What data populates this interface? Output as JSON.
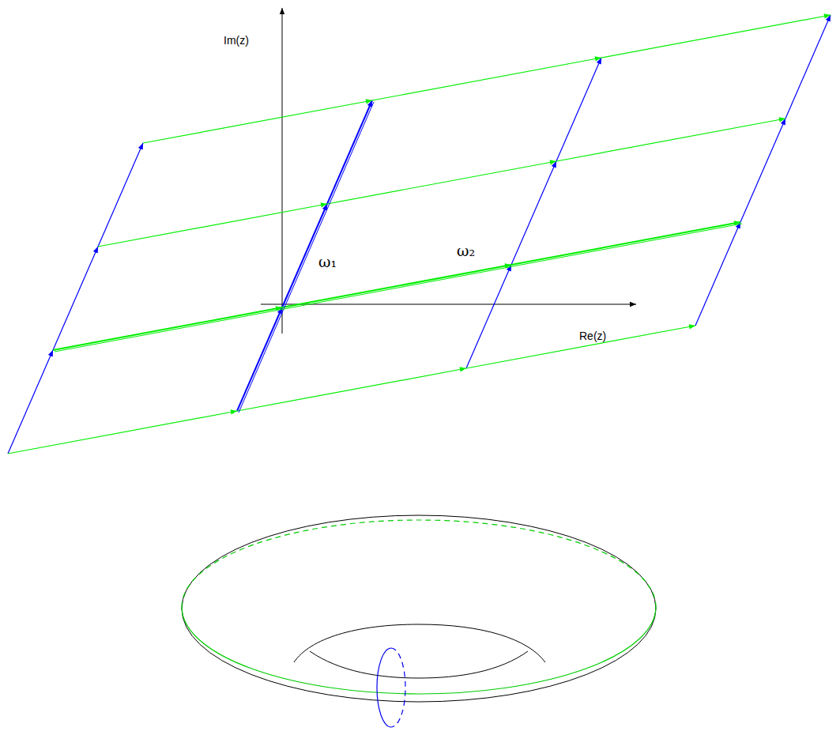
{
  "diagram": {
    "labels": [
      "Im(z)",
      "Re(z)",
      "ω₁",
      "ω₂"
    ]
  }
}
